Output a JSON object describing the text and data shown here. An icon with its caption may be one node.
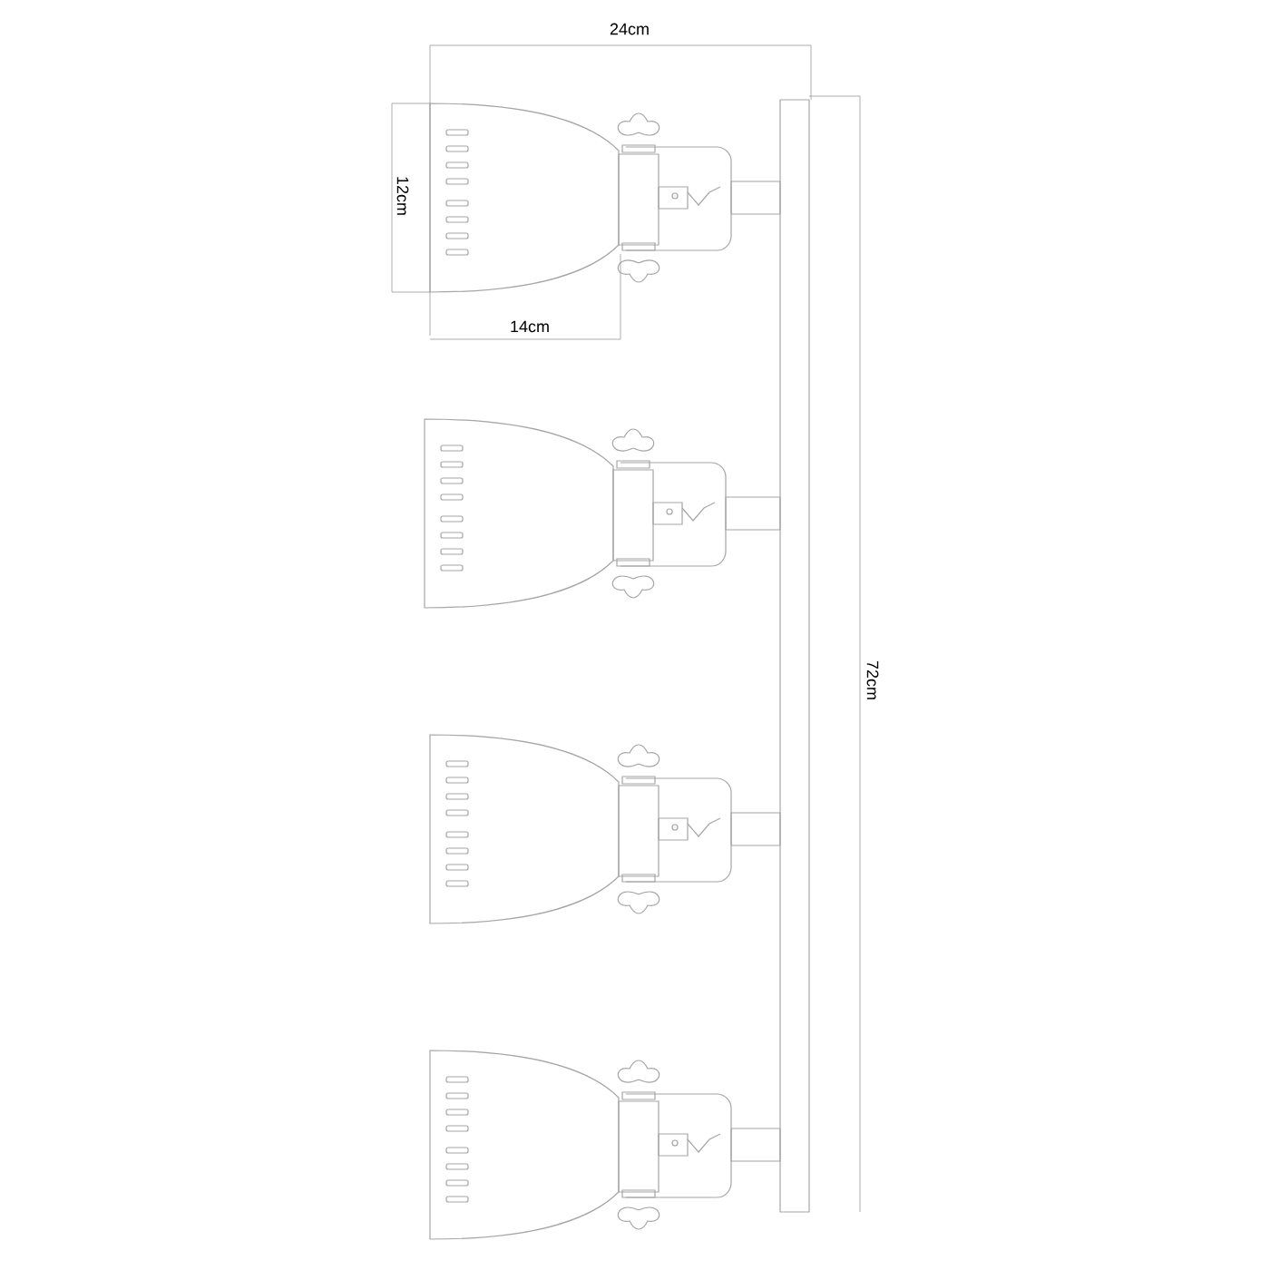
{
  "diagram": {
    "labels": [
      "24cm",
      "12cm",
      "14cm",
      "72cm"
    ]
  }
}
